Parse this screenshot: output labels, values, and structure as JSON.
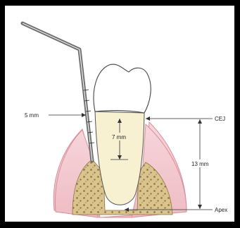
{
  "labels": {
    "probe_depth": "5 mm",
    "crown_to_bone": "7 mm",
    "cej_to_apex": "13 mm",
    "cej": "CEJ",
    "apex": "Apex"
  },
  "colors": {
    "frame": "#000000",
    "gingiva": "#f2c6cc",
    "gingiva_edge": "#d7909b",
    "bone": "#d9c48f",
    "bone_dot": "#9a7a3a",
    "root": "#f7f1d2",
    "crown": "#ffffff",
    "probe": "#6e6e6e"
  }
}
